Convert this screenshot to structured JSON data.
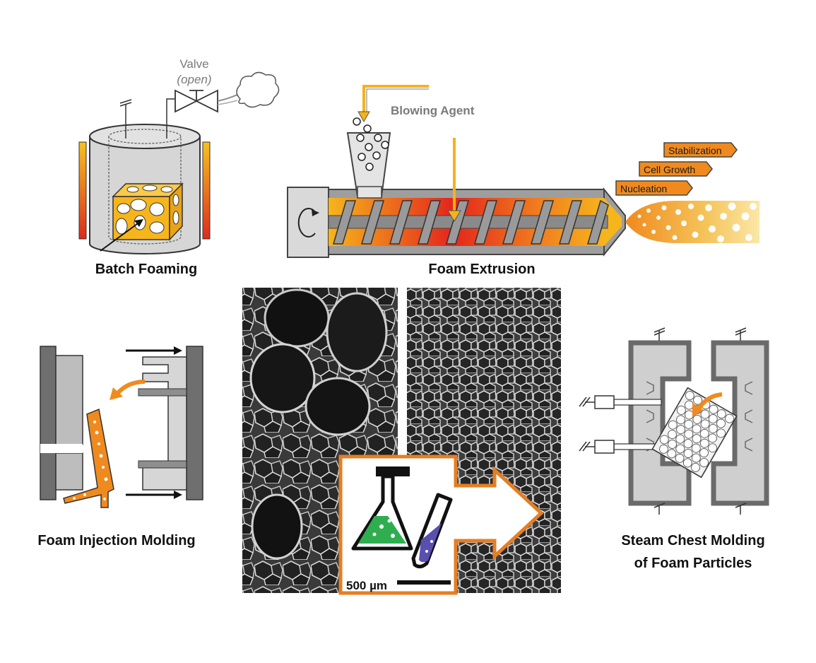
{
  "batch": {
    "title": "Batch Foaming",
    "valve_label": "Valve",
    "valve_state": "(open)"
  },
  "extrusion": {
    "title": "Foam Extrusion",
    "blowing_agent": "Blowing Agent",
    "stages": [
      "Stabilization",
      "Cell Growth",
      "Nucleation"
    ]
  },
  "injection": {
    "title": "Foam Injection Molding"
  },
  "steam": {
    "title_line1": "Steam Chest Molding",
    "title_line2": "of Foam Particles"
  },
  "micrograph": {
    "scale_label": "500 µm"
  },
  "colors": {
    "orange": "#e67e22",
    "yellow": "#f5b21b",
    "red": "#e23a1f",
    "panel_gray": "#cfcfcf",
    "dark_gray": "#6b6b6b",
    "green": "#2fae4f",
    "purple": "#5a4fb0"
  }
}
